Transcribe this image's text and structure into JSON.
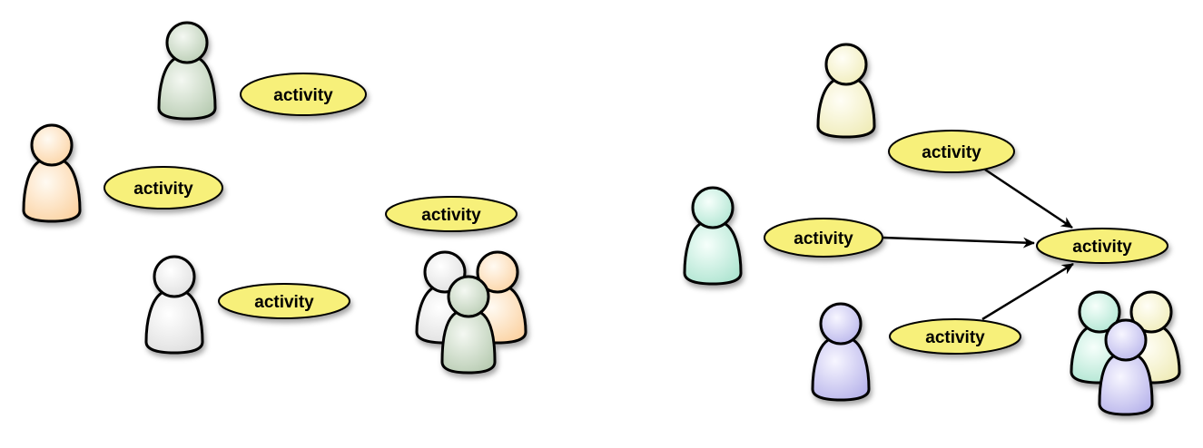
{
  "colors": {
    "activity_fill": "#f7f07a",
    "outline": "#000000",
    "green": "#c9d8c4",
    "orange": "#fde0bf",
    "gray": "#ececec",
    "yellow": "#f7f3cf",
    "teal": "#c6ecdf",
    "purple": "#cfcdf2"
  },
  "left_panel": {
    "activities": [
      {
        "label": "activity"
      },
      {
        "label": "activity"
      },
      {
        "label": "activity"
      },
      {
        "label": "activity"
      }
    ],
    "actors": [
      "green",
      "orange",
      "gray"
    ],
    "group": [
      "gray",
      "orange",
      "green"
    ]
  },
  "right_panel": {
    "activities": [
      {
        "label": "activity"
      },
      {
        "label": "activity"
      },
      {
        "label": "activity"
      },
      {
        "label": "activity"
      }
    ],
    "target_activity": "activity",
    "actors": [
      "yellow",
      "teal",
      "purple"
    ],
    "group": [
      "teal",
      "yellow",
      "purple"
    ],
    "arrows": [
      "top-activity -> target",
      "middle-activity -> target",
      "bottom-activity -> target"
    ]
  }
}
